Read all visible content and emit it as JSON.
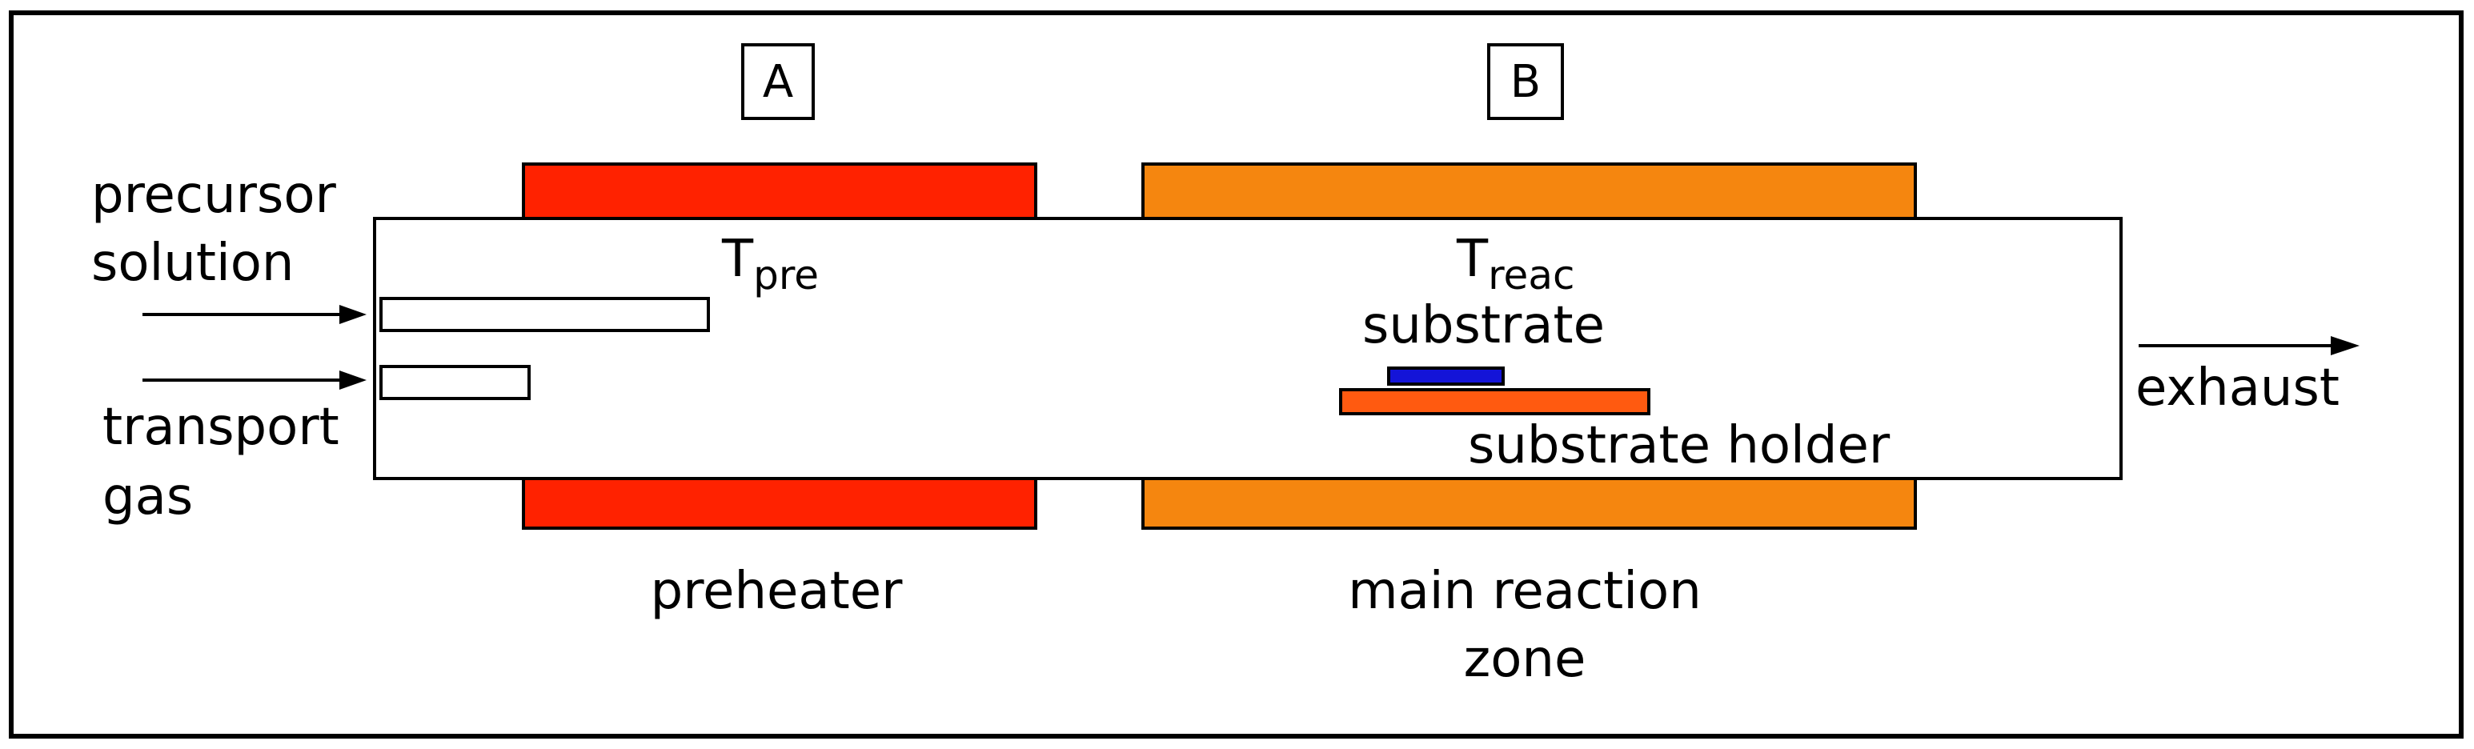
{
  "colors": {
    "preheater": "#ff2200",
    "main_zone": "#f5860f",
    "substrate": "#1414d8",
    "substrate_holder": "#ff5a10",
    "line": "#000000",
    "background": "#ffffff"
  },
  "zones": {
    "a_label": "A",
    "b_label": "B"
  },
  "inputs": {
    "precursor_line1": "precursor",
    "precursor_line2": "solution",
    "transport_line1": "transport",
    "transport_line2": "gas"
  },
  "temperatures": {
    "pre_symbol": "T",
    "pre_subscript": "pre",
    "reac_symbol": "T",
    "reac_subscript": "reac"
  },
  "labels": {
    "substrate": "substrate",
    "substrate_holder": "substrate holder",
    "exhaust": "exhaust",
    "preheater": "preheater",
    "main_reaction_line1": "main reaction",
    "main_reaction_line2": "zone"
  }
}
